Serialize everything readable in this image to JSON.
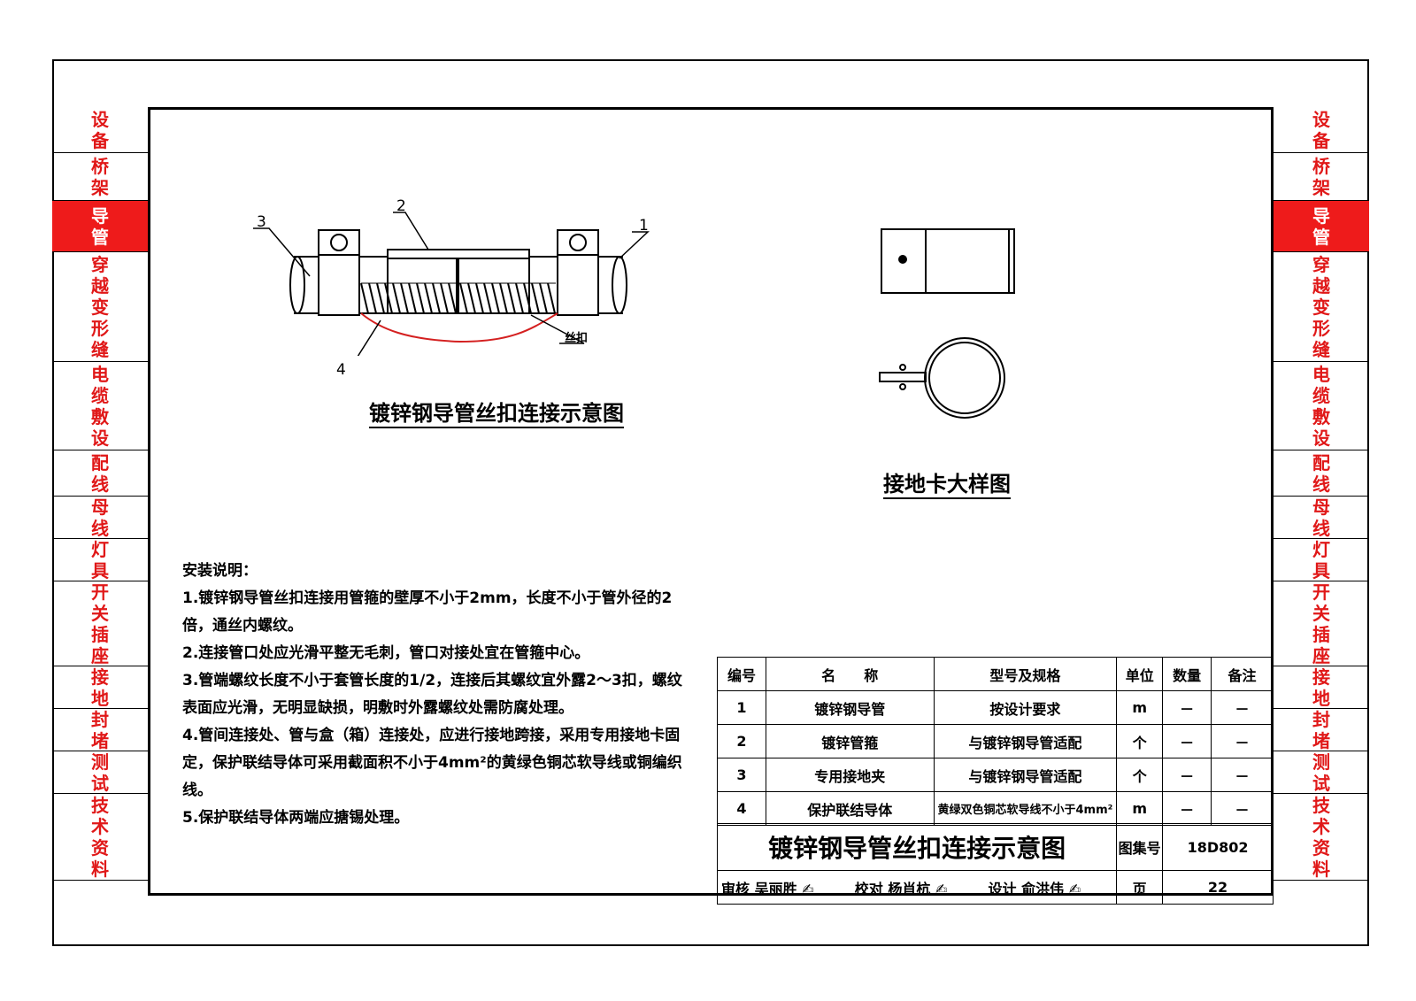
{
  "side_tabs": [
    {
      "label": "设备",
      "active": false
    },
    {
      "label": "桥架",
      "active": false
    },
    {
      "label": "导管",
      "active": true
    },
    {
      "label": "穿越变形缝",
      "active": false
    },
    {
      "label": "电缆敷设",
      "active": false
    },
    {
      "label": "配线",
      "active": false
    },
    {
      "label": "母线",
      "active": false
    },
    {
      "label": "灯具",
      "active": false
    },
    {
      "label": "开关插座",
      "active": false
    },
    {
      "label": "接地",
      "active": false
    },
    {
      "label": "封堵",
      "active": false
    },
    {
      "label": "测试",
      "active": false
    },
    {
      "label": "技术资料",
      "active": false
    }
  ],
  "diagram1": {
    "caption": "镀锌钢导管丝扣连接示意图",
    "callouts": [
      "1",
      "2",
      "3",
      "4"
    ],
    "thread_label": "丝扣"
  },
  "diagram2": {
    "caption": "接地卡大样图"
  },
  "notes": {
    "heading": "安装说明：",
    "items": [
      "1.镀锌钢导管丝扣连接用管箍的壁厚不小于2mm，长度不小于管外径的2倍，通丝内螺纹。",
      "2.连接管口处应光滑平整无毛刺，管口对接处宜在管箍中心。",
      "3.管端螺纹长度不小于套管长度的1/2，连接后其螺纹宜外露2～3扣，螺纹表面应光滑，无明显缺损，明敷时外露螺纹处需防腐处理。",
      "4.管间连接处、管与盒（箱）连接处，应进行接地跨接，采用专用接地卡固定，保护联结导体可采用截面积不小于4mm²的黄绿色铜芯软导线或铜编织线。",
      "5.保护联结导体两端应搪锡处理。"
    ]
  },
  "bom": {
    "headers": [
      "编号",
      "名　　称",
      "型号及规格",
      "单位",
      "数量",
      "备注"
    ],
    "rows": [
      [
        "1",
        "镀锌钢导管",
        "按设计要求",
        "m",
        "－",
        "－"
      ],
      [
        "2",
        "镀锌管箍",
        "与镀锌钢导管适配",
        "个",
        "－",
        "－"
      ],
      [
        "3",
        "专用接地夹",
        "与镀锌钢导管适配",
        "个",
        "－",
        "－"
      ],
      [
        "4",
        "保护联结导体",
        "黄绿双色铜芯软导线不小于4mm²",
        "m",
        "－",
        "－"
      ]
    ]
  },
  "title_block": {
    "title": "镀锌钢导管丝扣连接示意图",
    "atlas_label": "图集号",
    "atlas_no": "18D802",
    "page_label": "页",
    "page_no": "22",
    "review_label": "审核",
    "reviewer": "吴丽胜",
    "check_label": "校对",
    "checker": "杨肖杭",
    "design_label": "设计",
    "designer": "俞洪伟"
  },
  "colors": {
    "tab_text": "#e01818",
    "tab_active_bg": "#ee1b1b",
    "bond_wire": "#d42020"
  }
}
